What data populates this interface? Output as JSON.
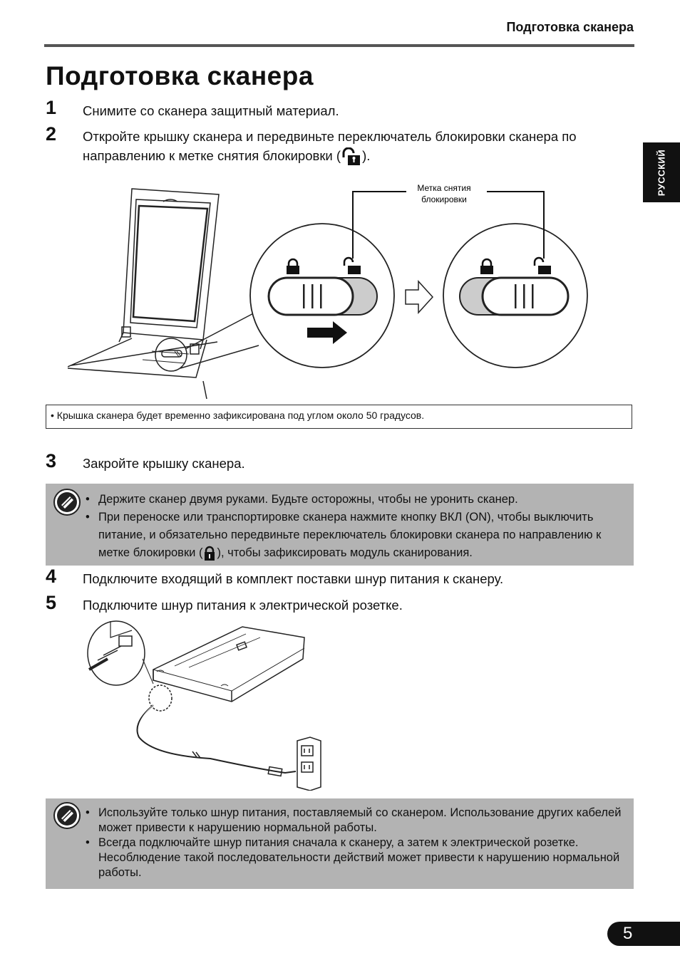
{
  "header": {
    "section_title": "Подготовка сканера"
  },
  "side_tab": {
    "label": "РУССКИЙ"
  },
  "page_title": "Подготовка сканера",
  "steps": [
    {
      "num": "1",
      "text": "Снимите со сканера защитный материал."
    },
    {
      "num": "2",
      "text_before": "Откройте крышку сканера и передвиньте переключатель блокировки сканера по направлению к метке снятия блокировки (",
      "text_after": ")."
    },
    {
      "num": "3",
      "text": "Закройте крышку сканера."
    },
    {
      "num": "4",
      "text": "Подключите входящий в комплект поставки шнур питания к сканеру."
    },
    {
      "num": "5",
      "text": "Подключите шнур питания к электрической розетке."
    }
  ],
  "illustration1": {
    "callout_line1": "Метка снятия",
    "callout_line2": "блокировки"
  },
  "note": {
    "text": "•  Крышка сканера будет временно зафиксирована под углом около 50 градусов."
  },
  "caution1": {
    "bullet1": "Держите сканер двумя руками. Будьте осторожны, чтобы не уронить сканер.",
    "bullet2_before": "При переноске или транспортировке сканера нажмите кнопку ВКЛ (ON), чтобы выключить питание, и обязательно передвиньте переключатель блокировки сканера по направлению к метке блокировки (",
    "bullet2_after": "), чтобы зафиксировать модуль сканирования."
  },
  "caution2": {
    "bullet1": "Используйте только шнур питания, поставляемый со сканером. Использование других кабелей может привести к нарушению нормальной работы.",
    "bullet2": "Всегда подключайте шнур питания сначала к сканеру, а затем к электрической розетке. Несоблюдение такой последовательности действий может привести к нарушению нормальной работы."
  },
  "page_number": "5"
}
